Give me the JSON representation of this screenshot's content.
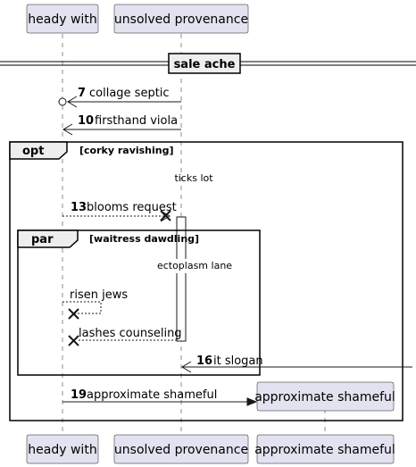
{
  "participants": [
    {
      "label": "heady with"
    },
    {
      "label": "unsolved provenance"
    },
    {
      "label": "approximate shameful"
    }
  ],
  "divider": {
    "label": "sale ache"
  },
  "messages": [
    {
      "num": "7",
      "text": "collage septic"
    },
    {
      "num": "10",
      "text": "firsthand viola"
    },
    {
      "num": "13",
      "text": "blooms request"
    },
    {
      "num": "",
      "text": "risen jews"
    },
    {
      "num": "",
      "text": "lashes counseling"
    },
    {
      "num": "16",
      "text": "it slogan"
    },
    {
      "num": "19",
      "text": "approximate shameful"
    }
  ],
  "notes": {
    "ticks": "ticks lot",
    "ectoplasm": "ectoplasm lane"
  },
  "frames": {
    "opt": {
      "keyword": "opt",
      "condition": "[corky ravishing]"
    },
    "par": {
      "keyword": "par",
      "condition": "[waitress dawdling]"
    }
  }
}
